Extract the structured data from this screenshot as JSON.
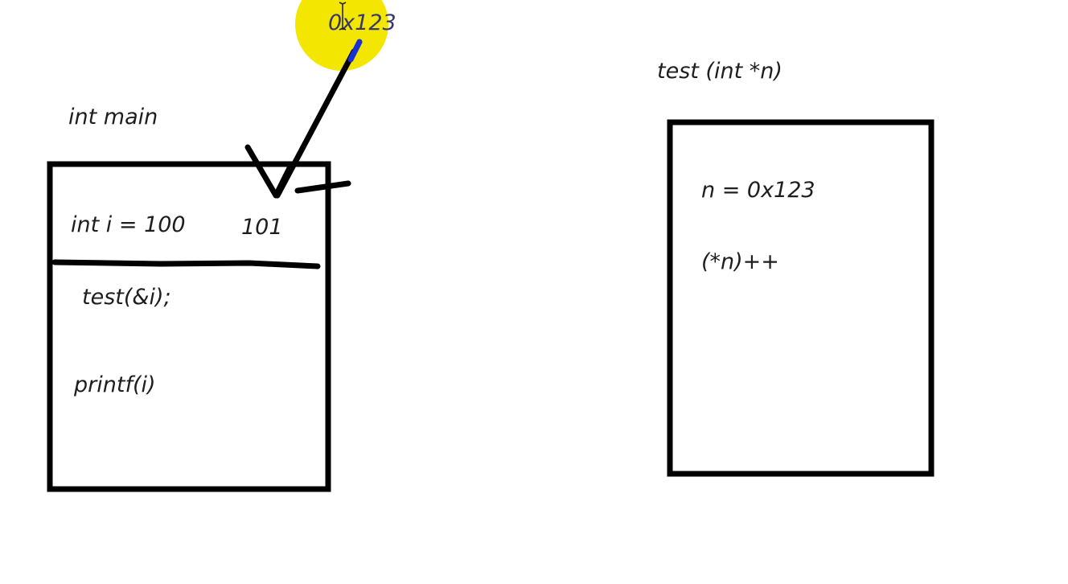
{
  "main_frame": {
    "title": "int main",
    "declaration": "int i = 100",
    "updated_value": "101",
    "call": "test(&i);",
    "print": "printf(i)"
  },
  "test_frame": {
    "title": "test (int *n)",
    "assignment": "n = 0x123",
    "increment": "(*n)++"
  },
  "pointer": {
    "address": "0x123",
    "highlight_color": "#f3e600",
    "stem_color": "#1a2fd6"
  },
  "colors": {
    "ink": "#000000",
    "text": "#1e1e1e",
    "background": "#ffffff"
  }
}
